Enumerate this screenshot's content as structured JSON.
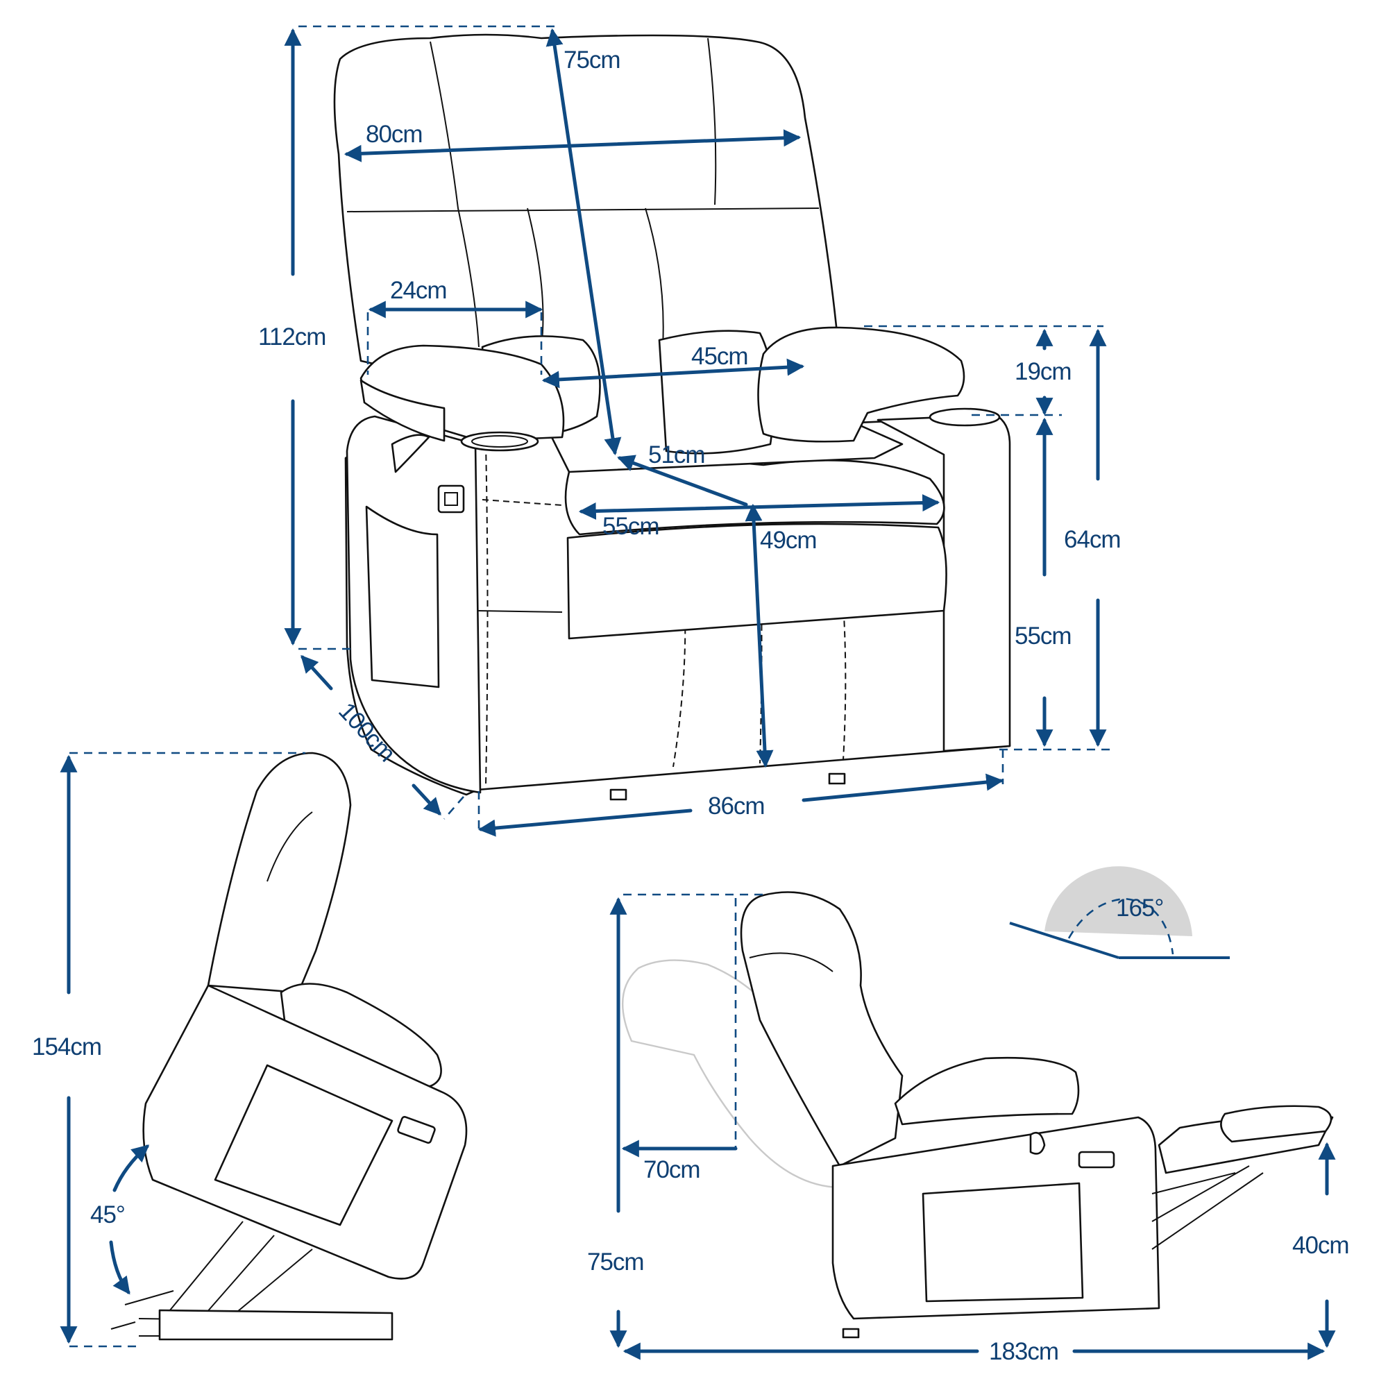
{
  "colors": {
    "dimension": "#0f4a82",
    "outline": "#111111",
    "angle_fill": "#d6d6d6"
  },
  "front_view": {
    "height_total": "112cm",
    "backrest_height": "75cm",
    "backrest_width": "80cm",
    "armrest_width": "24cm",
    "back_inner_width": "45cm",
    "seat_depth": "51cm",
    "seat_width": "55cm",
    "seat_front_height": "49cm",
    "armrest_drop": "19cm",
    "arm_height": "64cm",
    "seat_height": "55cm",
    "depth": "100cm",
    "width": "86cm"
  },
  "lift_view": {
    "height": "154cm",
    "angle": "45°"
  },
  "recline_view": {
    "angle": "165°",
    "wall_clearance": "70cm",
    "height": "75cm",
    "footrest_height": "40cm",
    "length": "183cm"
  }
}
